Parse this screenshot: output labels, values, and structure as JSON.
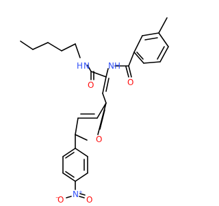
{
  "atoms": {
    "nh_amide1": "N",
    "nh_amide1_h": "H",
    "nh_amide2": "N",
    "nh_amide2_h": "H",
    "o_carbonyl1": "O",
    "o_carbonyl2": "O",
    "o_furan": "O",
    "n_nitro": "N",
    "n_nitro_charge": "+",
    "o_nitro_left": "O",
    "o_nitro_left_charge": "−",
    "o_nitro_right": "O"
  },
  "colors": {
    "bond": "#000000",
    "nitrogen": "#3050F8",
    "oxygen": "#FF0D0D",
    "background": "#FFFFFF"
  }
}
